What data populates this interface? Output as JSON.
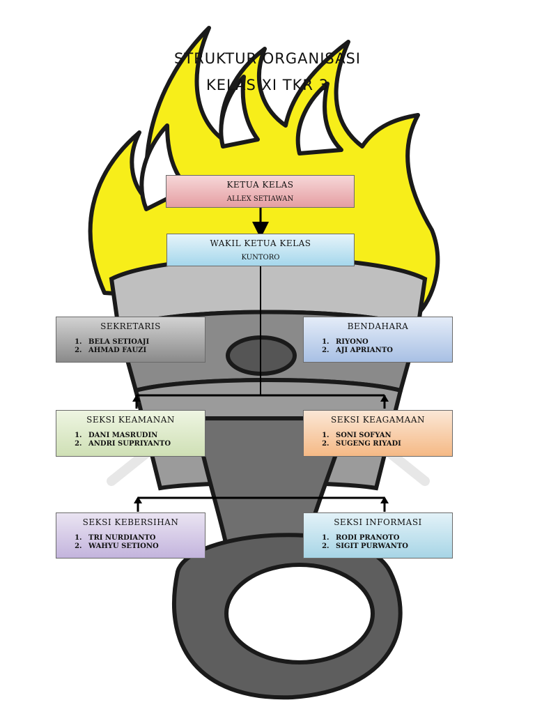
{
  "title": {
    "line1": "STRUKTUR ORGANISASI",
    "line2": "KELAS XI TKR 3"
  },
  "ketua": {
    "label": "KETUA KELAS",
    "name": "ALLEX SETIAWAN"
  },
  "wakil": {
    "label": "WAKIL KETUA KELAS",
    "name": "KUNTORO"
  },
  "sekretaris": {
    "label": "SEKRETARIS",
    "members": [
      "BELA SETIOAJI",
      "AHMAD FAUZI"
    ]
  },
  "bendahara": {
    "label": "BENDAHARA",
    "members": [
      "RIYONO",
      "AJI APRIANTO"
    ]
  },
  "keamanan": {
    "label": "SEKSI KEAMANAN",
    "members": [
      "DANI MASRUDIN",
      "ANDRI SUPRIYANTO"
    ]
  },
  "keagamaan": {
    "label": "SEKSI KEAGAMAAN",
    "members": [
      "SONI SOFYAN",
      "SUGENG RIYADI"
    ]
  },
  "kebersihan": {
    "label": "SEKSI KEBERSIHAN",
    "members": [
      "TRI NURDIANTO",
      "WAHYU SETIONO"
    ]
  },
  "informasi": {
    "label": "SEKSI INFORMASI",
    "members": [
      "RODI PRANOTO",
      "SIGIT PURWANTO"
    ]
  },
  "colors": {
    "flame": "#f7ee1a",
    "flame_outline": "#1a1a1a",
    "piston": "#7a7a7a"
  }
}
